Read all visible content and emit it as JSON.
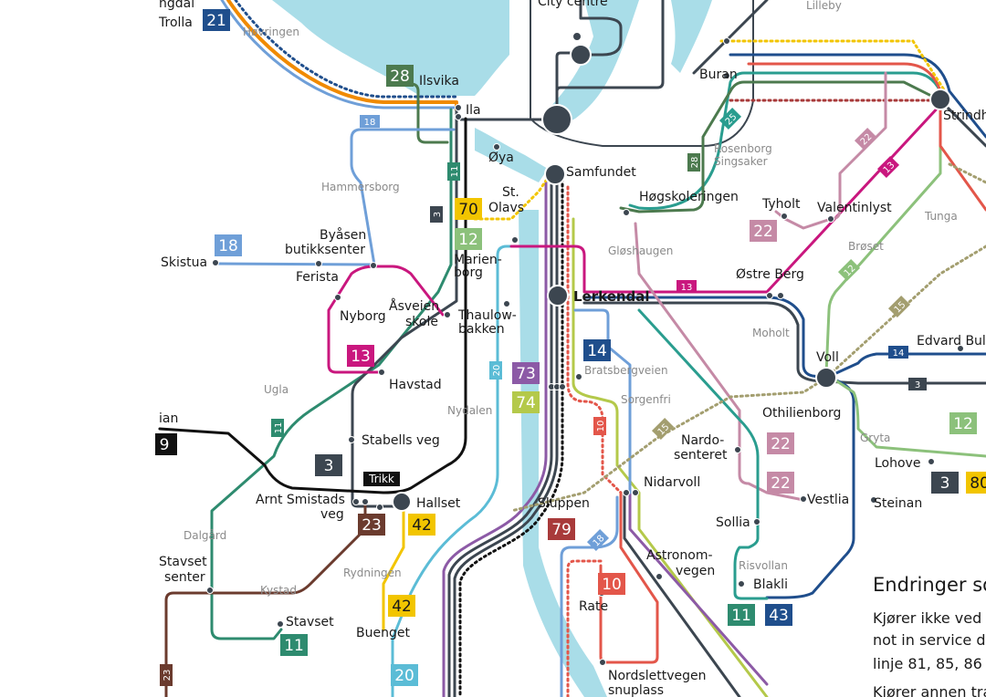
{
  "colors": {
    "water": "#a9dde8",
    "line_orange": "#f08a00",
    "line_blue": "#3f7fc1",
    "line_navy": "#1f4e8c",
    "line_green": "#2e8b57",
    "line_lightgreen": "#8cc17b",
    "line_teal": "#2a9d8f",
    "line_magenta": "#c9177e",
    "line_pink": "#c58aa6",
    "line_red": "#e3564a",
    "line_darkred": "#a83a3a",
    "line_brown": "#6b3b2e",
    "line_purple": "#8c5aa6",
    "line_lime": "#b4c94a",
    "line_yellow": "#f2c500",
    "line_khaki": "#a39e6f",
    "line_dark": "#3c4650",
    "line_black": "#111111",
    "line_skyblue": "#5bbcd6"
  },
  "stops": {
    "trolla": "Trolla",
    "hovringen": "Høvringen",
    "ilsvika": "Ilsvika",
    "ila": "Ila",
    "city_centre": "City centre",
    "lilleby": "Lilleby",
    "buran": "Buran",
    "strindheim": "Strindh",
    "oya": "Øya",
    "samfundet": "Samfundet",
    "hammersborg": "Hammersborg",
    "st_olavs": "St.\nOlavs",
    "marienborg": "Marien-\nborg",
    "hogskoleringen": "Høgskoleringen",
    "rosenborg": "Rosenborg",
    "singsaker": "Singsaker",
    "tyholt": "Tyholt",
    "valentinlyst": "Valentinlyst",
    "tunga": "Tunga",
    "byasen_butikksenter": "Byåsen\nbutikksenter",
    "skistua": "Skistua",
    "ferista": "Ferista",
    "gloshaugen": "Gløshaugen",
    "brosetet": "Brøset",
    "ostre_berg": "Østre Berg",
    "lerkendal": "Lerkendal",
    "nyborg": "Nyborg",
    "asveien_skole": "Åsveien\nskole",
    "thaulow_bakken": "Thaulow-\nbakken",
    "moholt": "Moholt",
    "voll": "Voll",
    "edvard_bull": "Edvard Bul",
    "bratsbergveien": "Bratsbergveien",
    "havstad": "Havstad",
    "ugla": "Ugla",
    "nydalen": "Nydalen",
    "sorgenfri": "Sorgenfri",
    "othilienborg": "Othilienborg",
    "gryta": "Gryta",
    "ian": "ian",
    "nardo_senteret": "Nardo-\nsenteret",
    "stabells_veg": "Stabells veg",
    "lohove": "Lohove",
    "nidarvoll": "Nidarvoll",
    "trikk": "Trikk",
    "vestlia": "Vestlia",
    "arnt_smistads_veg": "Arnt Smistads\nveg",
    "hallset": "Hallset",
    "sluppen": "Sluppen",
    "steinan": "Steinan",
    "sollia": "Sollia",
    "dalgard": "Dalgård",
    "astronomvegen": "Astronom-\nvegen",
    "stavset_senter": "Stavset\nsenter",
    "rydningen": "Rydningen",
    "risvollan": "Risvollan",
    "kystad": "Kystad",
    "rate": "Rate",
    "blakli": "Blakli",
    "stavset": "Stavset",
    "buenget": "Buenget",
    "nordslettvegen_snuplass": "Nordslettvegen\nsnuplass",
    "partial_top": "ngdal"
  },
  "badges": [
    {
      "id": "b21",
      "text": "21",
      "color": "#1f4e8c",
      "dark": false
    },
    {
      "id": "b28",
      "text": "28",
      "color": "#4c7a4e",
      "dark": false
    },
    {
      "id": "b70",
      "text": "70",
      "color": "#f2c500",
      "dark": true
    },
    {
      "id": "b12a",
      "text": "12",
      "color": "#8cc17b",
      "dark": false
    },
    {
      "id": "b18",
      "text": "18",
      "color": "#6f9fd8",
      "dark": false
    },
    {
      "id": "b22a",
      "text": "22",
      "color": "#c58aa6",
      "dark": false
    },
    {
      "id": "b14",
      "text": "14",
      "color": "#1f4e8c",
      "dark": false
    },
    {
      "id": "b13",
      "text": "13",
      "color": "#c9177e",
      "dark": false
    },
    {
      "id": "b73",
      "text": "73",
      "color": "#8c5aa6",
      "dark": false
    },
    {
      "id": "b74",
      "text": "74",
      "color": "#b4c94a",
      "dark": false
    },
    {
      "id": "b12b",
      "text": "12",
      "color": "#8cc17b",
      "dark": false
    },
    {
      "id": "b22b",
      "text": "22",
      "color": "#c58aa6",
      "dark": false
    },
    {
      "id": "b22c",
      "text": "22",
      "color": "#c58aa6",
      "dark": false
    },
    {
      "id": "b3a",
      "text": "3",
      "color": "#3c4650",
      "dark": false
    },
    {
      "id": "b3b",
      "text": "3",
      "color": "#3c4650",
      "dark": false
    },
    {
      "id": "b80",
      "text": "80",
      "color": "#f2c500",
      "dark": true
    },
    {
      "id": "b23",
      "text": "23",
      "color": "#6b3b2e",
      "dark": false
    },
    {
      "id": "b42a",
      "text": "42",
      "color": "#f2c500",
      "dark": true
    },
    {
      "id": "b79",
      "text": "79",
      "color": "#a83a3a",
      "dark": false
    },
    {
      "id": "b10",
      "text": "10",
      "color": "#e3564a",
      "dark": false
    },
    {
      "id": "b42b",
      "text": "42",
      "color": "#f2c500",
      "dark": true
    },
    {
      "id": "b11",
      "text": "11",
      "color": "#2e8b6f",
      "dark": false
    },
    {
      "id": "b11b",
      "text": "11",
      "color": "#2e8b6f",
      "dark": false
    },
    {
      "id": "b43",
      "text": "43",
      "color": "#1f4e8c",
      "dark": false
    },
    {
      "id": "b20",
      "text": "20",
      "color": "#5bbcd6",
      "dark": false
    },
    {
      "id": "b9",
      "text": "9",
      "color": "#111111",
      "dark": false
    }
  ],
  "line_tags": {
    "t18": "18",
    "t11": "11",
    "t3": "3",
    "t25": "25",
    "t28": "28",
    "t22": "22",
    "t13a": "13",
    "t13b": "13",
    "t12": "12",
    "t15a": "15",
    "t15b": "15",
    "t14": "14",
    "t3b": "3",
    "t20": "20",
    "t11b": "11",
    "t10": "10",
    "t18b": "18",
    "t23": "23"
  },
  "notice": {
    "title": "Endringer so",
    "line1": "Kjører ikke ved s",
    "line2": "not in service du",
    "line3": "linje 81, 85, 86",
    "line4": "Kjører annen tra"
  }
}
